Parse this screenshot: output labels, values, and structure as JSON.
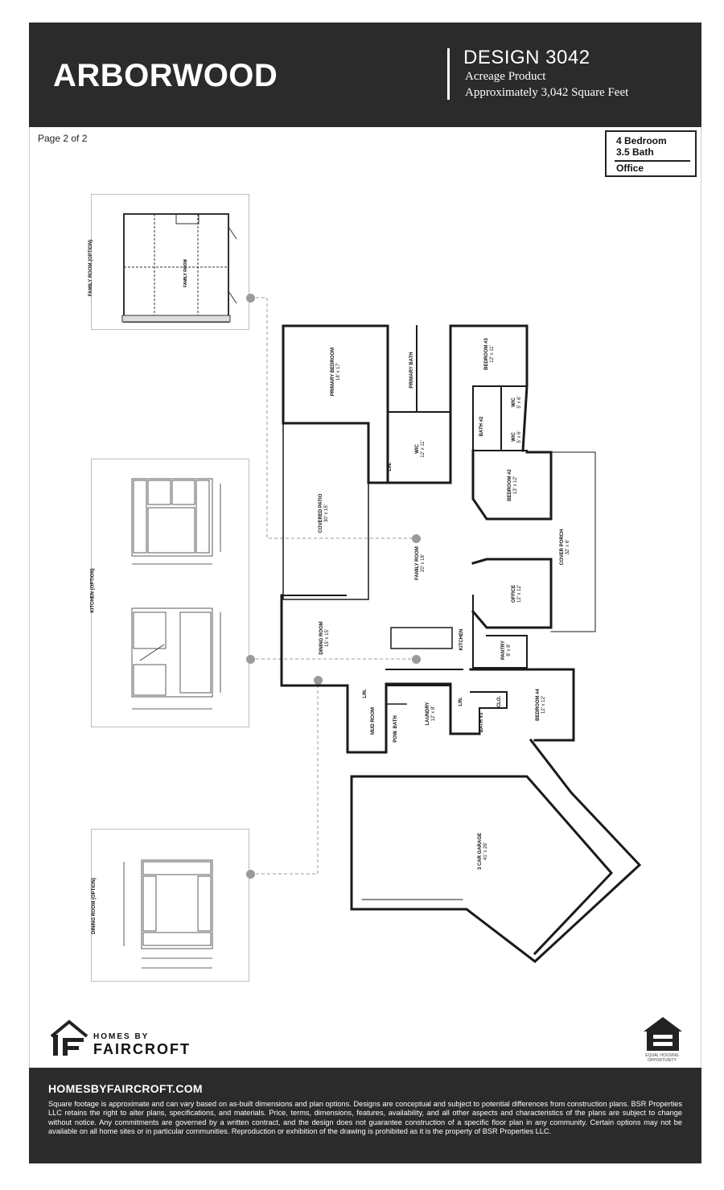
{
  "header": {
    "title": "ARBORWOOD",
    "design": "DESIGN 3042",
    "product": "Acreage Product",
    "sqft": "Approximately 3,042 Square Feet"
  },
  "page_label": "Page 2 of 2",
  "specs": {
    "bedrooms": "4   Bedroom",
    "baths": "3.5 Bath",
    "extra": "Office"
  },
  "insets": {
    "family": "FAMILY ROOM (OPTION)",
    "kitchen": "KITCHEN (OPTION)",
    "dining": "DINING ROOM (OPTION)"
  },
  "rooms": [
    {
      "name": "PRIMARY BEDROOM",
      "size": "18' x 17'"
    },
    {
      "name": "PRIMARY BATH",
      "size": ""
    },
    {
      "name": "BEDROOM #3",
      "size": "12' x 11'"
    },
    {
      "name": "WIC",
      "size": "5' x 6'"
    },
    {
      "name": "BATH #2",
      "size": ""
    },
    {
      "name": "WIC",
      "size": "5' x 6'"
    },
    {
      "name": "WIC",
      "size": "12' x 11'"
    },
    {
      "name": "LIN.",
      "size": ""
    },
    {
      "name": "COVERED PATIO",
      "size": "30' x 15'"
    },
    {
      "name": "BEDROOM #2",
      "size": "13' x 12'"
    },
    {
      "name": "COVER PORCH",
      "size": "32' x 6'"
    },
    {
      "name": "FAMILY ROOM",
      "size": "20' x 18'"
    },
    {
      "name": "OFFICE",
      "size": "12' x 12'"
    },
    {
      "name": "KITCHEN",
      "size": ""
    },
    {
      "name": "DINING ROOM",
      "size": "15' x 15'"
    },
    {
      "name": "PANTRY",
      "size": "8' x 8'"
    },
    {
      "name": "LIN.",
      "size": ""
    },
    {
      "name": "MUD ROOM",
      "size": ""
    },
    {
      "name": "POW. BATH",
      "size": ""
    },
    {
      "name": "LAUNDRY",
      "size": "12' x 8'"
    },
    {
      "name": "LIN.",
      "size": ""
    },
    {
      "name": "CLO.",
      "size": ""
    },
    {
      "name": "BATH #3",
      "size": ""
    },
    {
      "name": "BEDROOM #4",
      "size": "12' x 12'"
    },
    {
      "name": "3 CAR GARAGE",
      "size": "41' x 26'"
    }
  ],
  "branding": {
    "small": "HOMES BY",
    "big": "FAIRCROFT",
    "eho": "EQUAL HOUSING OPPORTUNITY"
  },
  "footer": {
    "site": "HOMESBYFAIRCROFT.COM",
    "disclaimer": "Square footage is approximate and can vary based on as-built dimensions and plan options. Designs are conceptual and subject to potential differences from construction plans. BSR Properties LLC retains the right to alter plans, specifications, and materials. Price, terms, dimensions, features, availability, and all other aspects and characteristics of the plans are subject to change without notice. Any commitments are governed by a written contract, and the design does not guarantee construction of a specific floor plan in any community. Certain options may not be available on all home sites or in particular communities. Reproduction or exhibition of the drawing is prohibited as it is the property of BSR Properties LLC."
  }
}
